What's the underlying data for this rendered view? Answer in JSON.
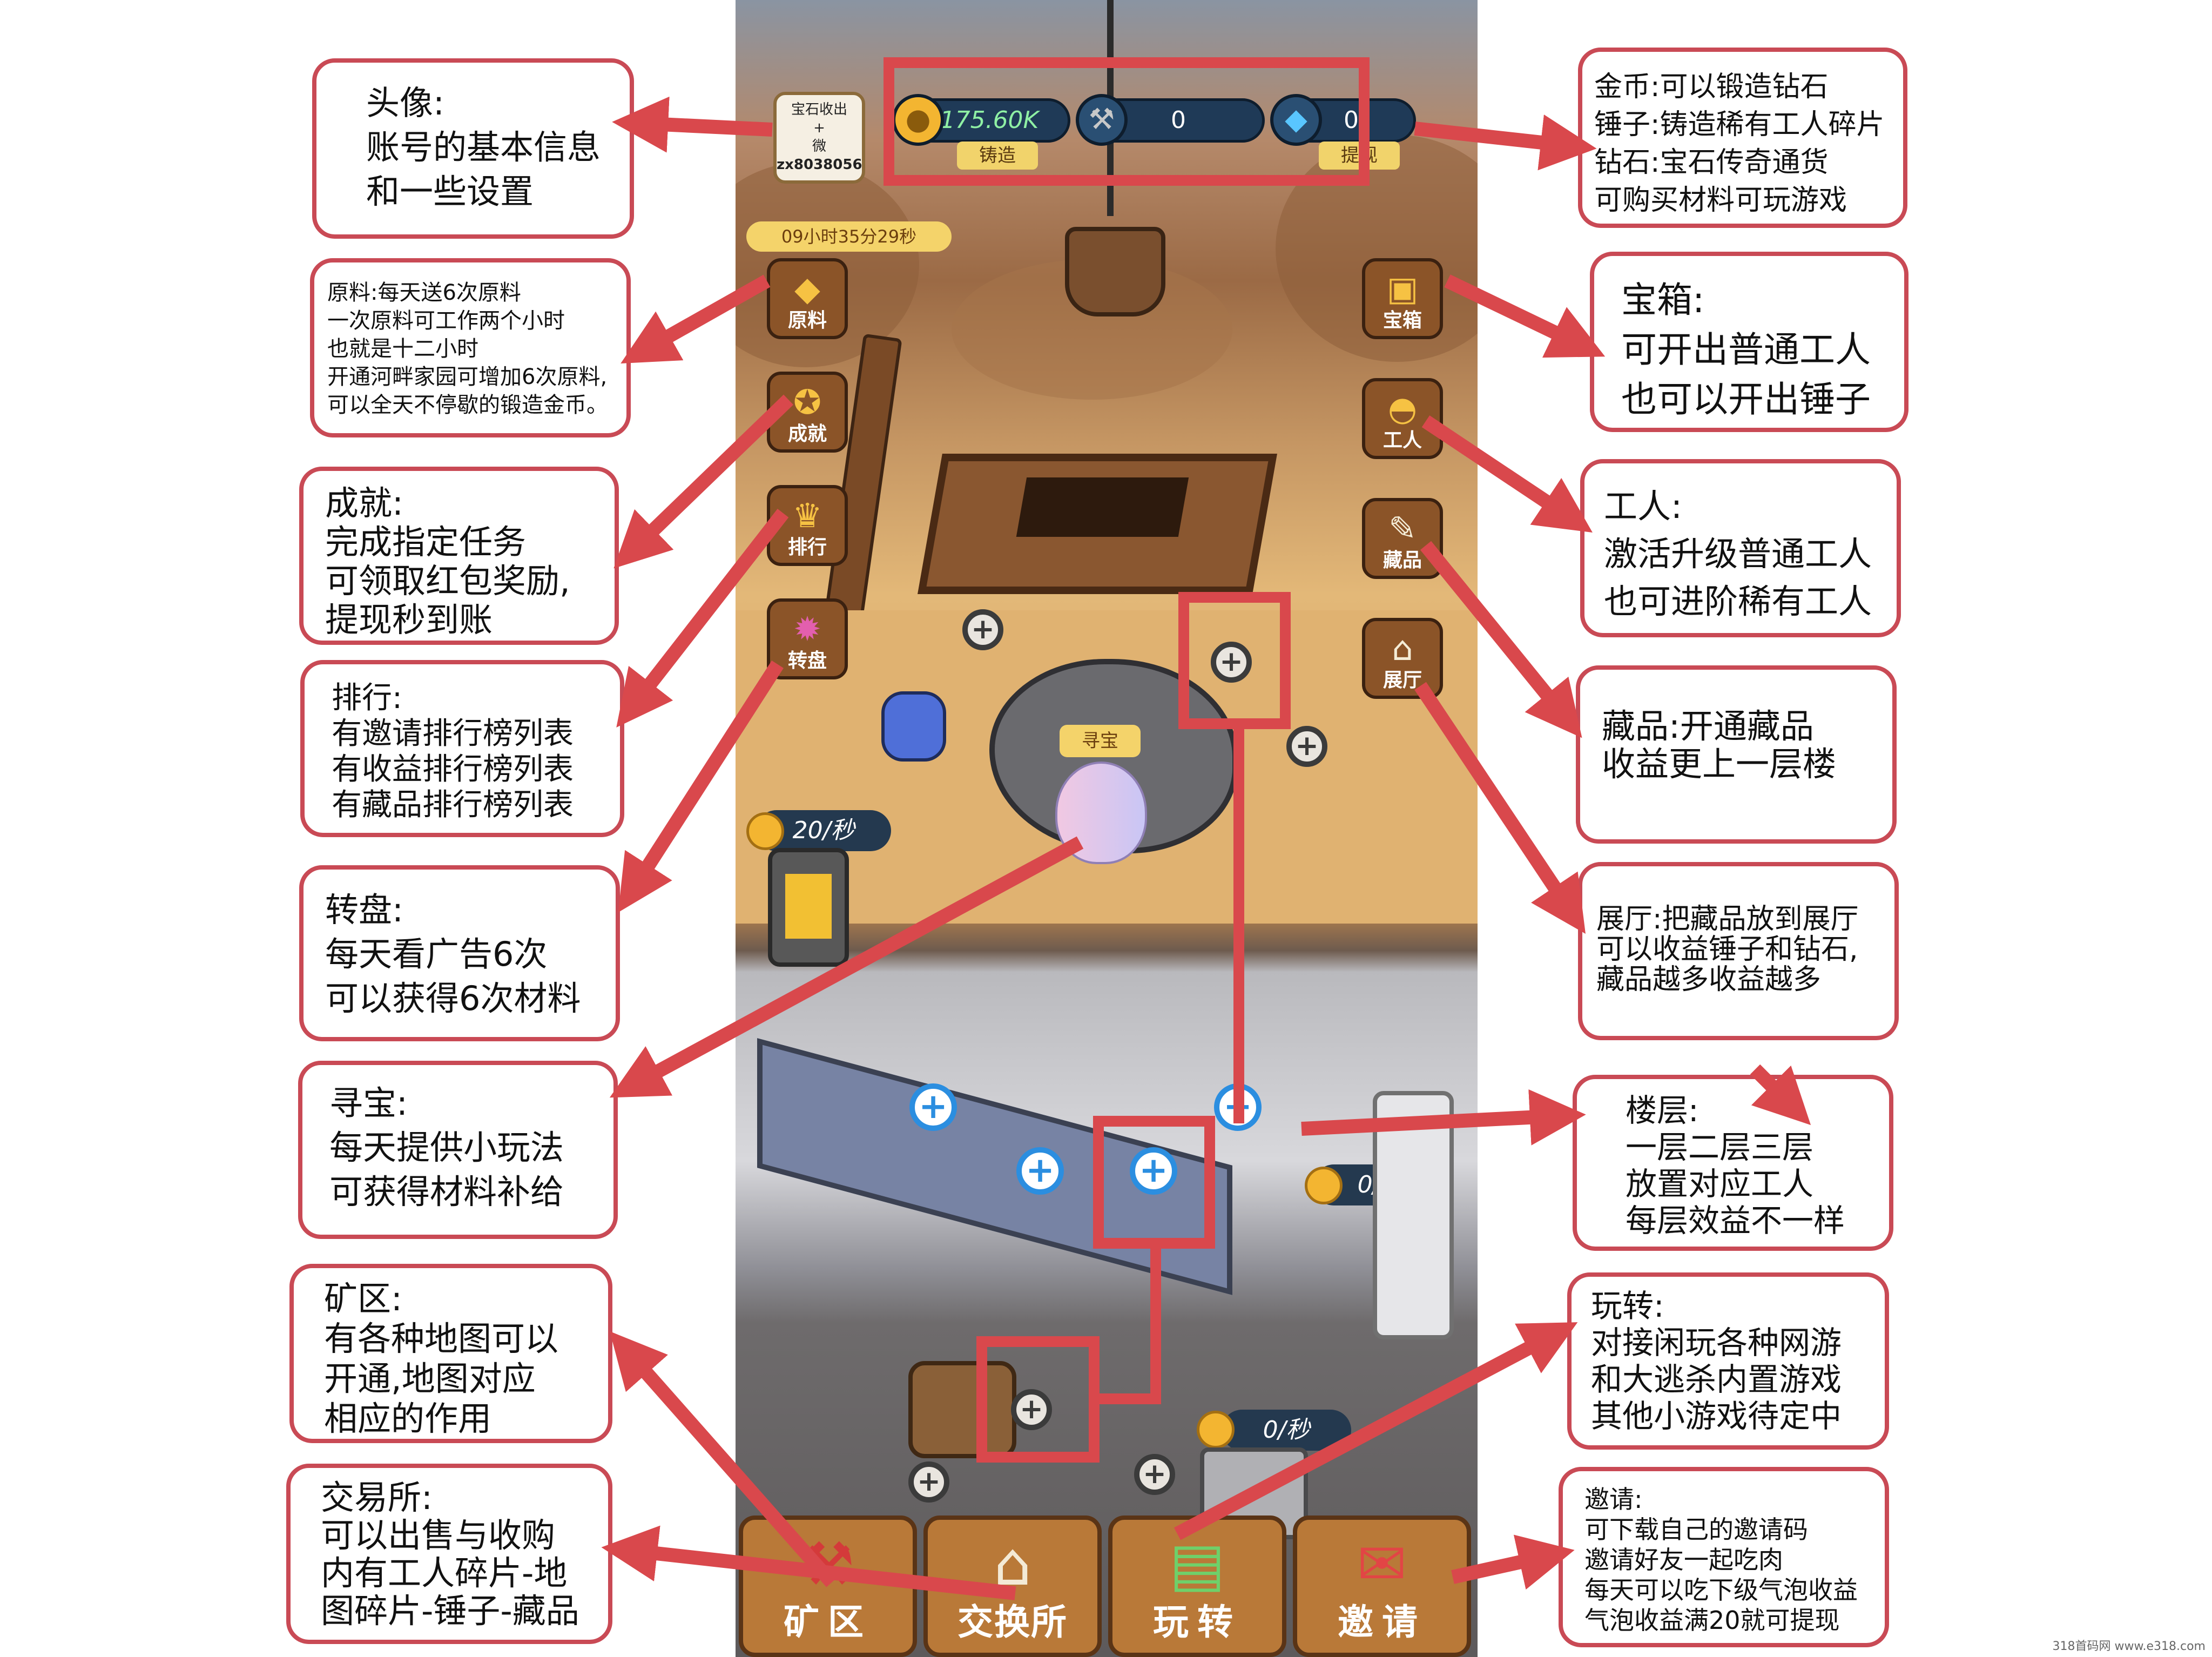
{
  "game": {
    "avatar": {
      "line1": "宝石收出",
      "line2": "+",
      "line3": "微",
      "line4": "zx8038056"
    },
    "resources": {
      "gold": {
        "value": "175.60K",
        "sub": "铸造",
        "icon": "coin-icon"
      },
      "hammer": {
        "value": "0",
        "icon": "hammer-icon"
      },
      "diamond": {
        "value": "0",
        "sub": "提现",
        "icon": "diamond-icon"
      }
    },
    "timer": "09小时35分29秒",
    "left_buttons": [
      {
        "label": "原料",
        "icon": "ore-icon"
      },
      {
        "label": "成就",
        "icon": "medal-icon"
      },
      {
        "label": "排行",
        "icon": "trophy-icon"
      },
      {
        "label": "转盘",
        "icon": "wheel-icon"
      }
    ],
    "right_buttons": [
      {
        "label": "宝箱",
        "icon": "chest-icon"
      },
      {
        "label": "工人",
        "icon": "helmet-icon"
      },
      {
        "label": "藏品",
        "icon": "scroll-icon"
      },
      {
        "label": "展厅",
        "icon": "house-icon"
      }
    ],
    "treasure_label": "寻宝",
    "rates": {
      "floor1": "20/秒",
      "floor2": "0/秒",
      "floor3": "0/秒"
    },
    "bottom_nav": [
      {
        "label": "矿区",
        "icon": "shovel-icon"
      },
      {
        "label": "交换所",
        "icon": "shop-icon"
      },
      {
        "label": "玩转",
        "icon": "wallet-icon"
      },
      {
        "label": "邀请",
        "icon": "mailbox-icon"
      }
    ]
  },
  "annotations": {
    "avatar": [
      "头像:",
      "账号的基本信息",
      "和一些设置"
    ],
    "raw": [
      "原料:每天送6次原料",
      "一次原料可工作两个小时",
      "也就是十二小时",
      "开通河畔家园可增加6次原料,",
      "可以全天不停歇的锻造金币。"
    ],
    "achieve": [
      "成就:",
      "完成指定任务",
      "可领取红包奖励,",
      "提现秒到账"
    ],
    "rank": [
      "排行:",
      "有邀请排行榜列表",
      "有收益排行榜列表",
      "有藏品排行榜列表"
    ],
    "wheel": [
      "转盘:",
      "每天看广告6次",
      "可以获得6次材料"
    ],
    "treasure": [
      "寻宝:",
      "每天提供小玩法",
      "可获得材料补给"
    ],
    "mine": [
      "矿区:",
      "有各种地图可以",
      "开通,地图对应",
      "相应的作用"
    ],
    "exchange": [
      "交易所:",
      "可以出售与收购",
      "内有工人碎片-地",
      "图碎片-锤子-藏品"
    ],
    "currency": [
      "金币:可以锻造钻石",
      "锤子:铸造稀有工人碎片",
      "钻石:宝石传奇通货",
      "可购买材料可玩游戏"
    ],
    "chest": [
      "宝箱:",
      "可开出普通工人",
      "也可以开出锤子"
    ],
    "worker": [
      "工人:",
      "激活升级普通工人",
      "也可进阶稀有工人"
    ],
    "collection": [
      "藏品:开通藏品",
      "收益更上一层楼"
    ],
    "hall": [
      "展厅:把藏品放到展厅",
      "可以收益锤子和钻石,",
      "藏品越多收益越多"
    ],
    "floor": [
      "楼层:",
      "一层二层三层",
      "放置对应工人",
      "每层效益不一样"
    ],
    "play": [
      "玩转:",
      "对接闲玩各种网游",
      "和大逃杀内置游戏",
      "其他小游戏待定中"
    ],
    "invite": [
      "邀请:",
      "可下载自己的邀请码",
      "邀请好友一起吃肉",
      "每天可以吃下级气泡收益",
      "气泡收益满20就可提现"
    ]
  },
  "watermark": "318首码网  www.e318.com",
  "colors": {
    "annotation": "#c94a55",
    "highlight": "#d9484c",
    "plus": "#2b8ee0"
  }
}
